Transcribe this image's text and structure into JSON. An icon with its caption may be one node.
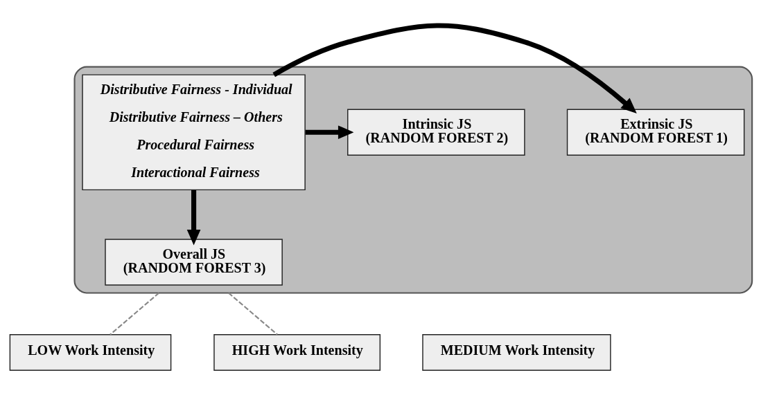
{
  "diagram": {
    "nodes": [
      {
        "text": [],
        "shape": "box"
      },
      {
        "text": [
          "Distributive Fairness - Individual",
          "Distributive Fairness – Others",
          "Procedural Fairness",
          "Interactional Fairness"
        ],
        "in": 0
      },
      {
        "text": [
          "Extrinsic JS",
          "(RANDOM FOREST 1)"
        ],
        "in": 0
      },
      {
        "text": [
          "Intrinsic JS",
          "(RANDOM FOREST 2)"
        ],
        "in": 0
      },
      {
        "text": [
          "Overall JS",
          "(RANDOM FOREST 3)"
        ],
        "in": 0
      },
      {
        "text": [
          "LOW Work Intensity"
        ]
      },
      {
        "text": [
          "MEDIUM Work Intensity"
        ]
      },
      {
        "text": [
          "HIGH Work Intensity"
        ]
      }
    ],
    "edges": [
      {
        "from": 1,
        "to": 2,
        "arrow": "to"
      },
      {
        "from": 1,
        "to": 3,
        "arrow": "to"
      },
      {
        "from": 1,
        "to": 4,
        "arrow": "to"
      },
      {
        "from": 0,
        "to": 5,
        "arrow": "none",
        "style": "dashed",
        "color": "#888888"
      },
      {
        "from": 0,
        "to": 7,
        "arrow": "none",
        "style": "dashed",
        "color": "#888888"
      }
    ]
  }
}
